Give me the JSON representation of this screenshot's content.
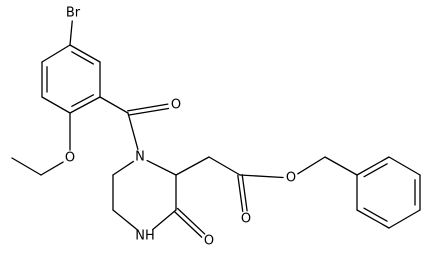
{
  "molecule": {
    "atom_labels": {
      "bromine": "Br",
      "ether_oxygen": "O",
      "carbonyl_oxygen": "O",
      "ring_nitrogen_acyl": "N",
      "ring_nitrogen_amide": "NH",
      "amide_oxygen": "O",
      "ester_carbonyl_oxygen": "O",
      "ester_oxygen": "O"
    }
  }
}
